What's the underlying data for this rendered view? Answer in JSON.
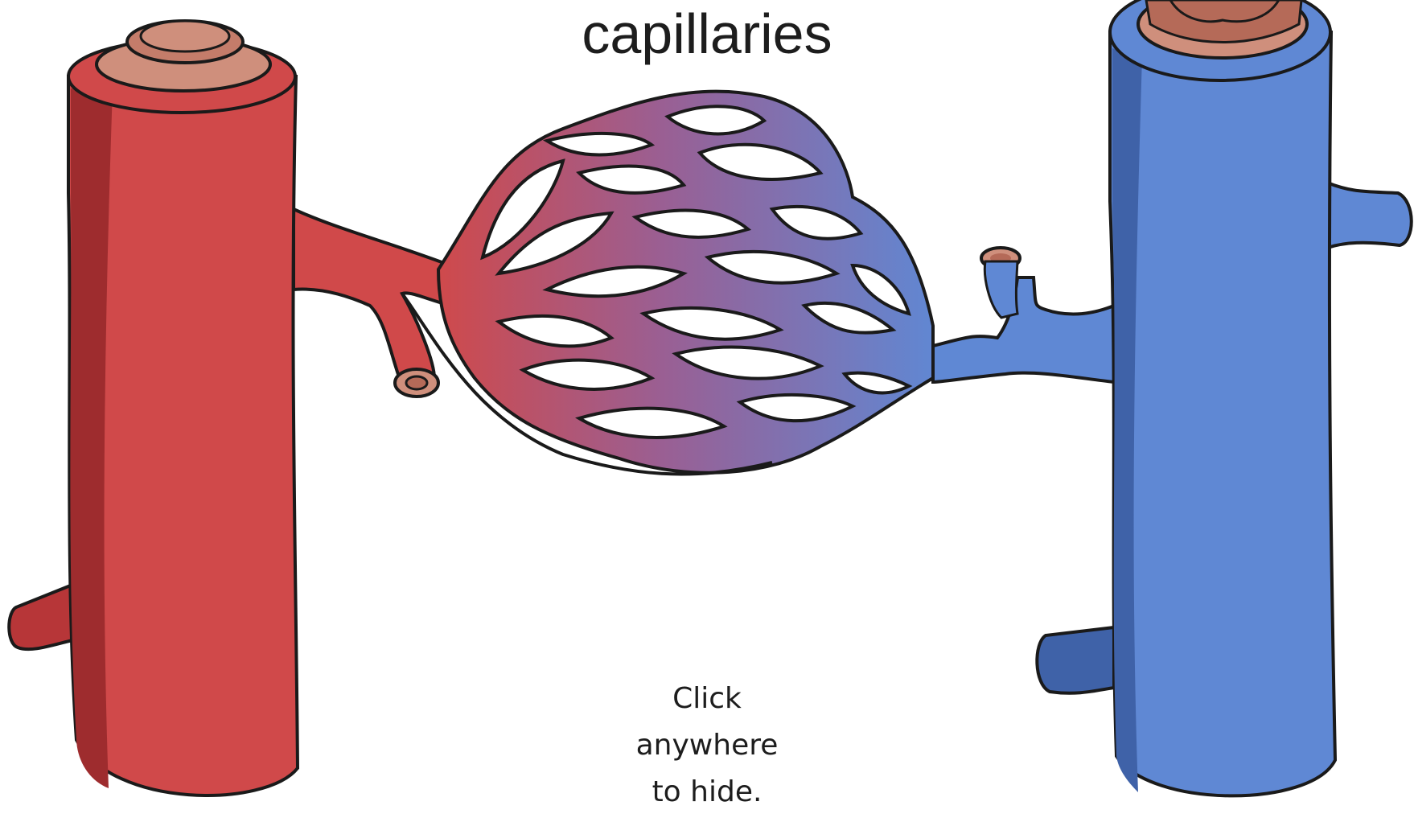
{
  "title": "capillaries",
  "hint": {
    "line1": "Click",
    "line2": "anywhere",
    "line3": "to hide."
  },
  "colors": {
    "artery": "#d0494a",
    "artery_shade": "#9e2c2e",
    "vein": "#5f88d4",
    "vein_shade": "#3f62a8",
    "vessel_cap": "#cf8f7c",
    "outline": "#1a1a1a"
  }
}
